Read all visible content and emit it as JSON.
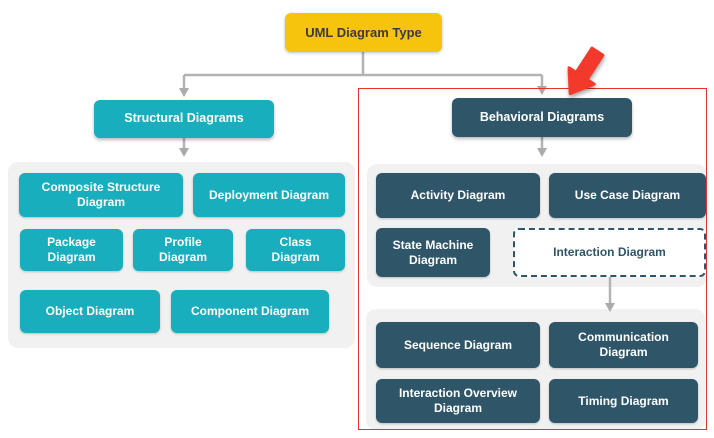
{
  "diagram_title": "UML Diagram Type",
  "structural": {
    "header": "Structural Diagrams",
    "items": [
      "Composite Structure Diagram",
      "Deployment Diagram",
      "Package Diagram",
      "Profile Diagram",
      "Class Diagram",
      "Object Diagram",
      "Component Diagram"
    ]
  },
  "behavioral": {
    "header": "Behavioral Diagrams",
    "items": [
      "Activity Diagram",
      "Use Case Diagram",
      "State Machine Diagram",
      "Interaction Diagram"
    ],
    "interaction_children": [
      "Sequence Diagram",
      "Communication Diagram",
      "Interaction Overview Diagram",
      "Timing Diagram"
    ]
  },
  "icons": {
    "highlight_arrow": "red-arrow-pointer"
  },
  "colors": {
    "title_fill": "#F7C40D",
    "title_text": "#3B3B3B",
    "structural_fill": "#19AEBD",
    "behavioral_fill": "#2F5569",
    "panel_fill": "#F1F1F2",
    "connector_gray": "#B3B3B3",
    "highlight_red": "#E3342A",
    "node_text": "#FFFFFF"
  }
}
